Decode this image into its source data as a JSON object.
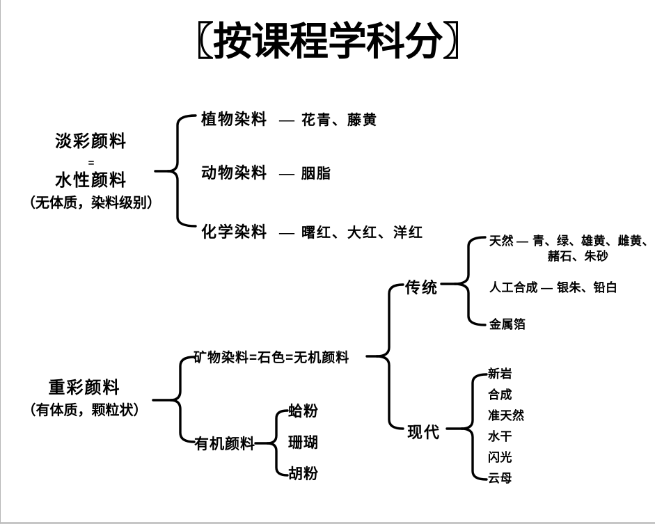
{
  "title": "〖按课程学科分〗",
  "light_group": {
    "label_lines": [
      "淡彩颜料",
      "=",
      "水性颜料",
      "（无体质，染料级别）"
    ],
    "children": [
      {
        "label": "植物染料",
        "dash": "—",
        "value": "花青、藤黄"
      },
      {
        "label": "动物染料",
        "dash": "—",
        "value": "胭脂"
      },
      {
        "label": "化学染料",
        "dash": "—",
        "value": "曙红、大红、洋红"
      }
    ]
  },
  "heavy_group": {
    "label_lines": [
      "重彩颜料",
      "（有体质，颗粒状）"
    ],
    "mineral": {
      "label": "矿物染料=石色=无机颜料",
      "traditional": {
        "label": "传统",
        "natural": {
          "label": "天然",
          "dash": "—",
          "value_lines": [
            "青、绿、雄黄、雌黄、",
            "赭石、朱砂"
          ]
        },
        "synthetic": {
          "label": "人工合成",
          "dash": "—",
          "value": "银朱、铅白"
        },
        "metal_foil": {
          "label": "金属箔"
        }
      },
      "modern": {
        "label": "现代",
        "items": [
          "新岩",
          "合成",
          "准天然",
          "水干",
          "闪光",
          "云母"
        ]
      }
    },
    "organic": {
      "label": "有机颜料",
      "items": [
        "蛤粉",
        "珊瑚",
        "胡粉"
      ]
    }
  },
  "colors": {
    "ink": "#000000",
    "edge_left": "#b5b5b5",
    "edge_bottom": "#c6c6c6"
  }
}
